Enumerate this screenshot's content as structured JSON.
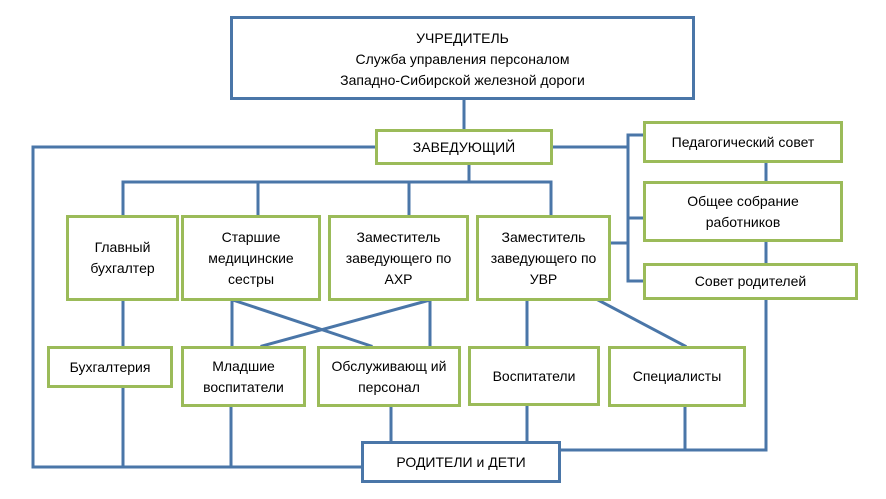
{
  "diagram": {
    "founder": {
      "line1": "УЧРЕДИТЕЛЬ",
      "line2": "Служба управления персоналом",
      "line3": "Западно-Сибирской железной дороги"
    },
    "head": "ЗАВЕДУЮЩИЙ",
    "chief_accountant": "Главный бухгалтер",
    "senior_nurses": "Старшие медицинские сестры",
    "deputy_ahr": "Заместитель заведующего по АХР",
    "deputy_uvr": "Заместитель заведующего по УВР",
    "pedagogical_council": "Педагогический совет",
    "general_meeting": "Общее собрание работников",
    "parents_council": "Совет родителей",
    "accounting": "Бухгалтерия",
    "junior_teachers": "Младшие воспитатели",
    "service_staff": "Обслуживающ ий персонал",
    "teachers": "Воспитатели",
    "specialists": "Специалисты",
    "parents_children": "РОДИТЕЛИ и ДЕТИ"
  },
  "colors": {
    "line": "#4a76a8",
    "blue_border": "#4a76a8",
    "green_border": "#9bbb59"
  }
}
